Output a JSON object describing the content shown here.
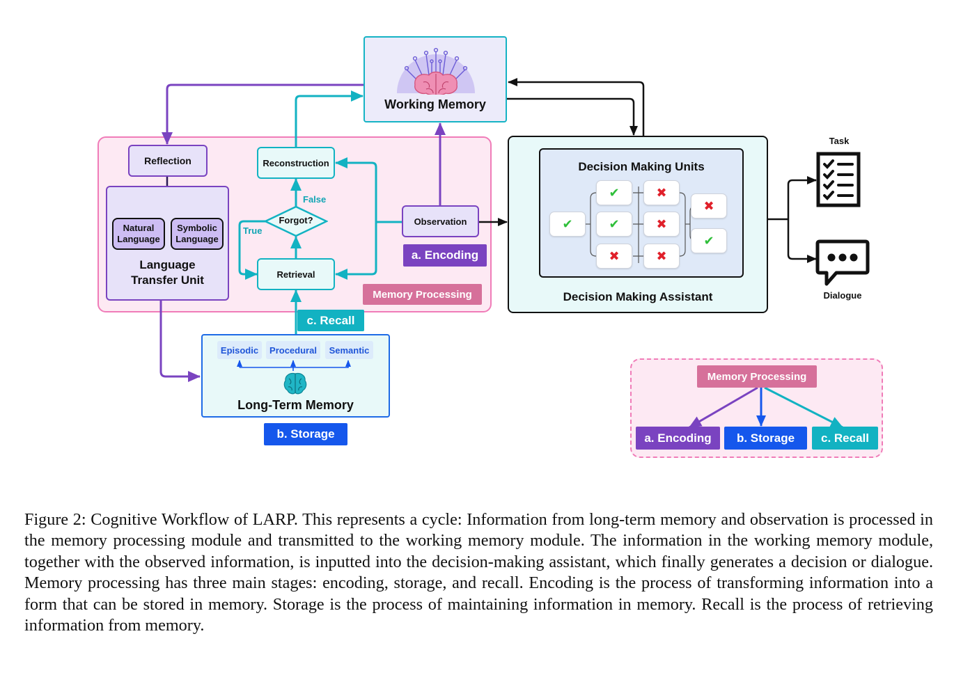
{
  "diagram": {
    "working_memory": "Working Memory",
    "memory_processing_module": {
      "label": "Memory Processing",
      "reflection": "Reflection",
      "language_transfer_unit": "Language\nTransfer Unit",
      "natural_language": "Natural\nLanguage",
      "symbolic_language": "Symbolic\nLanguage",
      "reconstruction": "Reconstruction",
      "forgot": "Forgot?",
      "retrieval": "Retrieval",
      "observation": "Observation",
      "true_label": "True",
      "false_label": "False"
    },
    "stage_tags": {
      "encoding": "a. Encoding",
      "storage": "b. Storage",
      "recall": "c. Recall"
    },
    "long_term_memory": {
      "title": "Long-Term Memory",
      "types": [
        "Episodic",
        "Procedural",
        "Semantic"
      ]
    },
    "decision_making_assistant": {
      "title": "Decision Making Assistant",
      "units_title": "Decision Making Units",
      "units": [
        "ok",
        "ok",
        "ok",
        "no",
        "no",
        "no",
        "no",
        "no",
        "ok"
      ]
    },
    "outputs": {
      "task": "Task",
      "dialogue": "Dialogue"
    },
    "legend": {
      "root": "Memory Processing",
      "children": [
        "a. Encoding",
        "b. Storage",
        "c. Recall"
      ]
    },
    "colors": {
      "purple": "#7a43c0",
      "teal": "#12b2c2",
      "blue": "#1557ec",
      "pink_tag": "#d6709a",
      "pink_border": "#f07cb8",
      "pink_fill": "#fde9f3",
      "lavender": "#e7e2f9",
      "mint": "#e8f9f9"
    },
    "icons": [
      "brain-circuit-icon",
      "brain-icon",
      "checklist-icon",
      "chat-bubble-icon",
      "check-icon",
      "cross-icon"
    ]
  },
  "caption": "Figure 2: Cognitive Workflow of LARP. This represents a cycle: Information from long-term memory and observation is processed in the memory processing module and transmitted to the working memory module. The information in the working memory module, together with the observed information, is inputted into the decision-making assistant, which finally generates a decision or dialogue. Memory processing has three main stages: encoding, storage, and recall. Encoding is the process of transforming information into a form that can be stored in memory. Storage is the process of maintaining information in memory. Recall is the process of retrieving information from memory."
}
